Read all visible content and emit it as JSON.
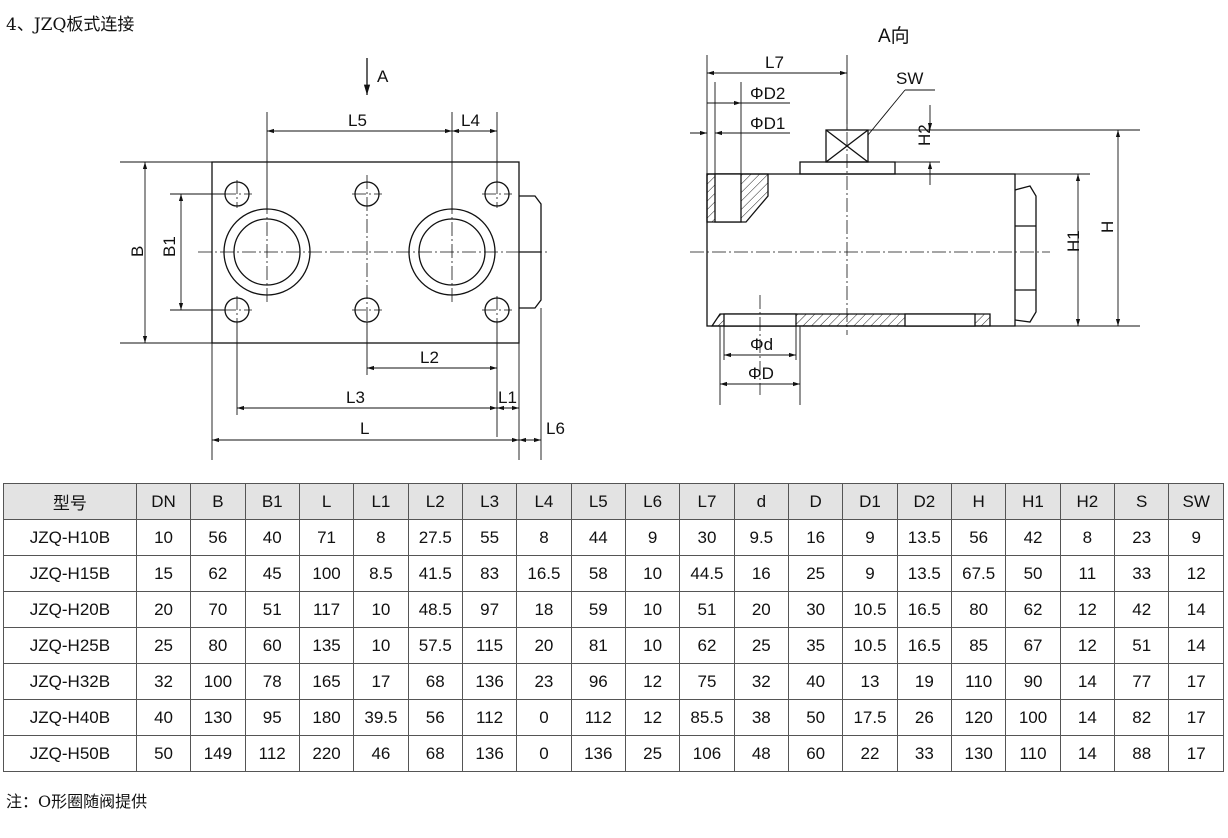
{
  "title": "4、JZQ板式连接",
  "drawing": {
    "arrow_label": "A",
    "view_label": "A向",
    "labels": {
      "L": "L",
      "L1": "L1",
      "L2": "L2",
      "L3": "L3",
      "L4": "L4",
      "L5": "L5",
      "L6": "L6",
      "L7": "L7",
      "B": "B",
      "B1": "B1",
      "H": "H",
      "H1": "H1",
      "H2": "H2",
      "SW": "SW",
      "D": "ΦD",
      "d": "Φd",
      "D1": "ΦD1",
      "D2": "ΦD2"
    }
  },
  "table": {
    "headers": [
      "型号",
      "DN",
      "B",
      "B1",
      "L",
      "L1",
      "L2",
      "L3",
      "L4",
      "L5",
      "L6",
      "L7",
      "d",
      "D",
      "D1",
      "D2",
      "H",
      "H1",
      "H2",
      "S",
      "SW"
    ],
    "rows": [
      [
        "JZQ-H10B",
        "10",
        "56",
        "40",
        "71",
        "8",
        "27.5",
        "55",
        "8",
        "44",
        "9",
        "30",
        "9.5",
        "16",
        "9",
        "13.5",
        "56",
        "42",
        "8",
        "23",
        "9"
      ],
      [
        "JZQ-H15B",
        "15",
        "62",
        "45",
        "100",
        "8.5",
        "41.5",
        "83",
        "16.5",
        "58",
        "10",
        "44.5",
        "16",
        "25",
        "9",
        "13.5",
        "67.5",
        "50",
        "11",
        "33",
        "12"
      ],
      [
        "JZQ-H20B",
        "20",
        "70",
        "51",
        "117",
        "10",
        "48.5",
        "97",
        "18",
        "59",
        "10",
        "51",
        "20",
        "30",
        "10.5",
        "16.5",
        "80",
        "62",
        "12",
        "42",
        "14"
      ],
      [
        "JZQ-H25B",
        "25",
        "80",
        "60",
        "135",
        "10",
        "57.5",
        "115",
        "20",
        "81",
        "10",
        "62",
        "25",
        "35",
        "10.5",
        "16.5",
        "85",
        "67",
        "12",
        "51",
        "14"
      ],
      [
        "JZQ-H32B",
        "32",
        "100",
        "78",
        "165",
        "17",
        "68",
        "136",
        "23",
        "96",
        "12",
        "75",
        "32",
        "40",
        "13",
        "19",
        "110",
        "90",
        "14",
        "77",
        "17"
      ],
      [
        "JZQ-H40B",
        "40",
        "130",
        "95",
        "180",
        "39.5",
        "56",
        "112",
        "0",
        "112",
        "12",
        "85.5",
        "38",
        "50",
        "17.5",
        "26",
        "120",
        "100",
        "14",
        "82",
        "17"
      ],
      [
        "JZQ-H50B",
        "50",
        "149",
        "112",
        "220",
        "46",
        "68",
        "136",
        "0",
        "136",
        "25",
        "106",
        "48",
        "60",
        "22",
        "33",
        "130",
        "110",
        "14",
        "88",
        "17"
      ]
    ]
  },
  "note": "注：O形圈随阀提供"
}
